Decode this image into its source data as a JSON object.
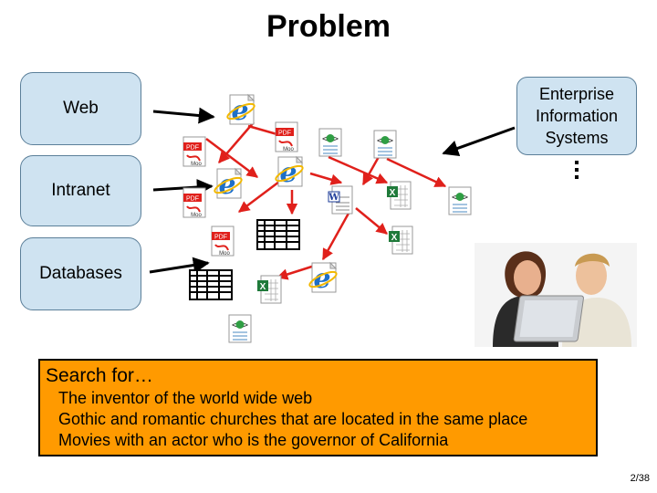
{
  "title": "Problem",
  "sources": {
    "web": "Web",
    "intranet": "Intranet",
    "databases": "Databases"
  },
  "eis": {
    "line1": "Enterprise",
    "line2": "Information",
    "line3": "Systems"
  },
  "search": {
    "title": "Search for…",
    "items": [
      "The inventor of the world wide web",
      "Gothic and romantic churches that are located in the same place",
      "Movies with an actor who is the governor of California"
    ]
  },
  "page_number": "2/38",
  "icons": [
    "ie-icon",
    "pdf-icon",
    "xml-icon",
    "word-icon",
    "excel-icon",
    "table-icon"
  ],
  "colors": {
    "box_fill": "#cfe3f1",
    "search_fill": "#ff9a00",
    "link_red": "#e0201b",
    "ie_blue": "#1e6fc8"
  }
}
